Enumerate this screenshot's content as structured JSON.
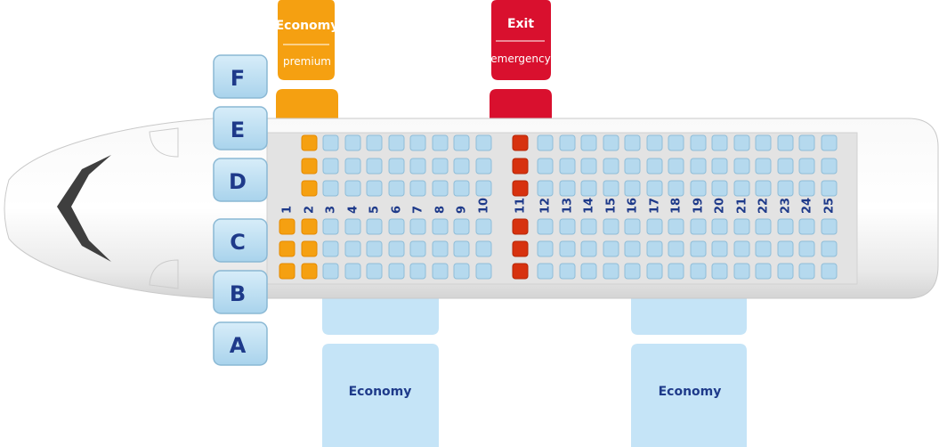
{
  "legend": {
    "economy_premium": {
      "title": "Economy",
      "subtitle": "premium",
      "color": "#f5a011"
    },
    "exit_emergency": {
      "title": "Exit",
      "subtitle": "emergency",
      "color": "#d9102e"
    },
    "economy_lower_left": {
      "title": "Economy",
      "color": "#c5e4f7"
    },
    "economy_lower_right": {
      "title": "Economy",
      "color": "#c5e4f7"
    }
  },
  "rows": [
    "F",
    "E",
    "D",
    "C",
    "B",
    "A"
  ],
  "columns": [
    "1",
    "2",
    "3",
    "4",
    "5",
    "6",
    "7",
    "8",
    "9",
    "10",
    "11",
    "12",
    "13",
    "14",
    "15",
    "16",
    "17",
    "18",
    "19",
    "20",
    "21",
    "22",
    "23",
    "24",
    "25"
  ],
  "seat_classes": {
    "premium_columns": [
      "1",
      "2"
    ],
    "exit_columns": [
      "11"
    ],
    "column_1_upper_block": "none",
    "colors": {
      "economy": "#b5d9ee",
      "premium": "#f5a011",
      "exit": "#d7320f"
    }
  }
}
